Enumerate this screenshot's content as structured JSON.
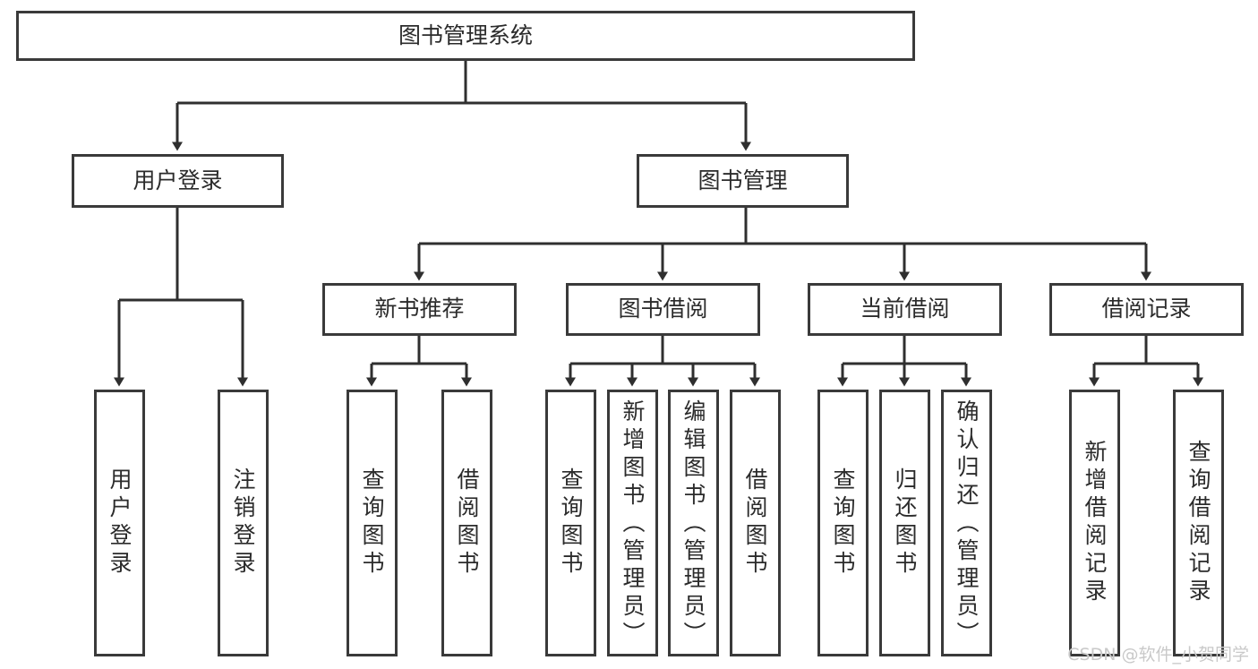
{
  "diagram": {
    "title": "图书管理系统",
    "type": "tree",
    "watermark": "CSDN @软件_小贺同学",
    "colors": {
      "box_stroke": "#3a3a3a",
      "box_fill": "#ffffff",
      "connector": "#2f2f2f",
      "text": "#2b2b2b",
      "watermark": "#c9c9c9",
      "background": "#ffffff"
    },
    "nodes": {
      "root": {
        "label": "图书管理系统"
      },
      "level2": [
        {
          "label": "用户登录"
        },
        {
          "label": "图书管理"
        }
      ],
      "level3": [
        {
          "label": "新书推荐"
        },
        {
          "label": "图书借阅"
        },
        {
          "label": "当前借阅"
        },
        {
          "label": "借阅记录"
        }
      ],
      "leaves": {
        "user_login": [
          {
            "label": "用户登录"
          },
          {
            "label": "注销登录"
          }
        ],
        "new_book_recommend": [
          {
            "label": "查询图书"
          },
          {
            "label": "借阅图书"
          }
        ],
        "book_borrow": [
          {
            "label": "查询图书"
          },
          {
            "label": "新增图书（管理员）"
          },
          {
            "label": "编辑图书（管理员）"
          },
          {
            "label": "借阅图书"
          }
        ],
        "current_borrow": [
          {
            "label": "查询图书"
          },
          {
            "label": "归还图书"
          },
          {
            "label": "确认归还（管理员）"
          }
        ],
        "borrow_record": [
          {
            "label": "新增借阅记录"
          },
          {
            "label": "查询借阅记录"
          }
        ]
      }
    }
  }
}
